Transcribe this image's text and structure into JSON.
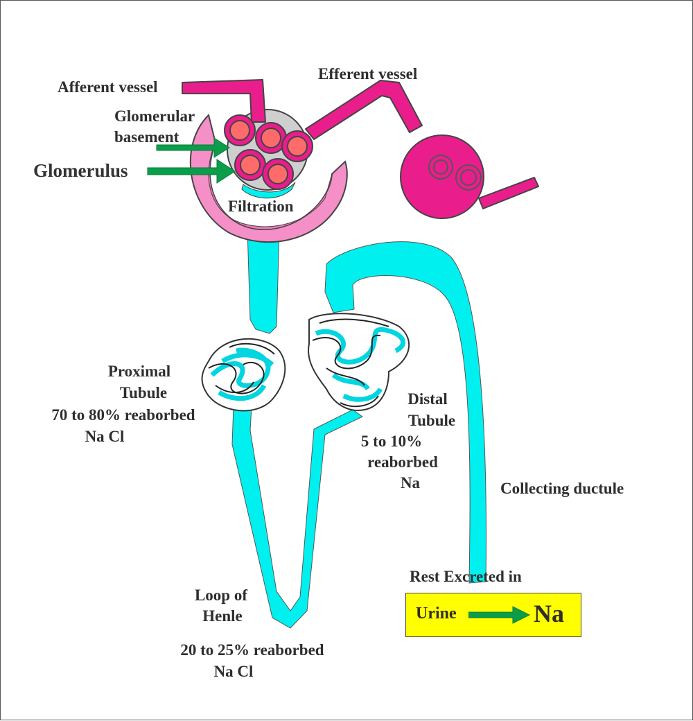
{
  "labels": {
    "afferent_vessel": "Afferent vessel",
    "efferent_vessel": "Efferent vessel",
    "glomerular_line1": "Glomerular",
    "glomerular_line2": "basement",
    "glomerulus": "Glomerulus",
    "filtration": "Filtration",
    "proximal_line1": "Proximal",
    "proximal_line2": "Tubule",
    "proximal_line3": "70 to 80% reaborbed",
    "proximal_line4": "Na Cl",
    "distal_line1": "Distal",
    "distal_line2": "Tubule",
    "distal_line3": "5 to 10%",
    "distal_line4": "reaborbed",
    "distal_line5": "Na",
    "collecting_ductule": "Collecting ductule",
    "loop_line1": "Loop of",
    "loop_line2": "Henle",
    "loop_line3": "20 to 25% reaborbed",
    "loop_line4": "Na Cl",
    "rest_excreted": "Rest Excreted in",
    "urine": "Urine",
    "na": "Na"
  },
  "colors": {
    "vessel": "#e91e8c",
    "capsule": "#f48fc8",
    "tubule": "#00f0f0",
    "capillary": "#ff6b6b",
    "arrow": "#0a9d4a",
    "urine_box": "#ffff00"
  }
}
